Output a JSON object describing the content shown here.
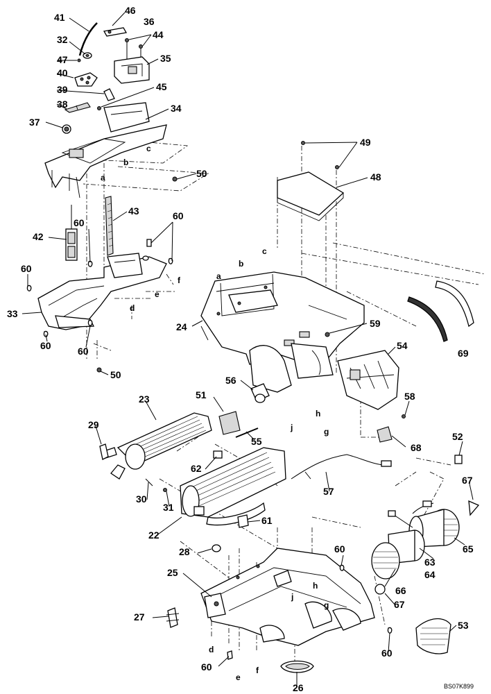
{
  "diagram": {
    "code": "BS07K899",
    "part_numbers": [
      "22",
      "23",
      "24",
      "25",
      "26",
      "27",
      "28",
      "29",
      "30",
      "31",
      "32",
      "33",
      "34",
      "35",
      "36",
      "37",
      "38",
      "39",
      "40",
      "41",
      "42",
      "43",
      "44",
      "45",
      "46",
      "47",
      "48",
      "49",
      "50",
      "51",
      "52",
      "53",
      "54",
      "55",
      "56",
      "57",
      "58",
      "59",
      "60",
      "61",
      "62",
      "63",
      "64",
      "65",
      "66",
      "67",
      "68",
      "69"
    ],
    "connection_letters": [
      "a",
      "b",
      "c",
      "d",
      "e",
      "f",
      "g",
      "h",
      "j"
    ]
  }
}
